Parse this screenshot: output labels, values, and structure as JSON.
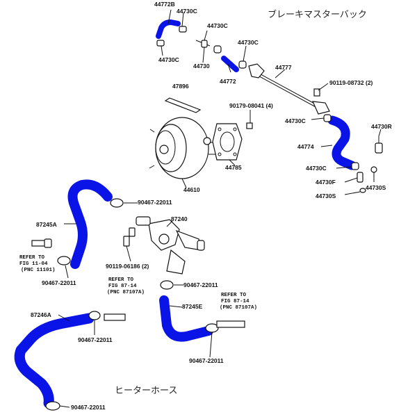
{
  "labels": {
    "title_brake": "ブレーキマスターバック",
    "title_heater": "ヒーターホース",
    "p44772B": "44772B",
    "p44730C_a": "44730C",
    "p44730C_b": "44730C",
    "p44730C_c": "44730C",
    "p44730C_d": "44730C",
    "p44730": "44730",
    "p44772": "44772",
    "p44777": "44777",
    "p90119_08732": "90119-08732 (2)",
    "p47896": "47896",
    "p90179_08041": "90179-08041 (4)",
    "p44730C_e": "44730C",
    "p44730R": "44730R",
    "p44774": "44774",
    "p44785": "44785",
    "p44610": "44610",
    "p44730C_f": "44730C",
    "p44730F": "44730F",
    "p44730S_a": "44730S",
    "p44730S_b": "44730S",
    "p90467_a": "90467-22011",
    "p87245A": "87245A",
    "p87240": "87240",
    "p90119_06186": "90119-06186 (2)",
    "p90467_b": "90467-22011",
    "p90467_c": "90467-22011",
    "p87245E": "87245E",
    "p87246A": "87246A",
    "p90467_d": "90467-22011",
    "p90467_e": "90467-22011",
    "p90467_f": "90467-22011"
  },
  "refs": {
    "ref1": {
      "l1": "REFER TO",
      "l2": "FIG 11-04",
      "l3": "(PNC 11101)"
    },
    "ref2": {
      "l1": "REFER TO",
      "l2": "FIG 87-14",
      "l3": "(PNC 87107A)"
    },
    "ref3": {
      "l1": "REFER TO",
      "l2": "FIG 87-14",
      "l3": "(PNC 87107A)"
    }
  },
  "colors": {
    "hose": "#0a14e6",
    "line": "#111111",
    "background": "#ffffff"
  }
}
